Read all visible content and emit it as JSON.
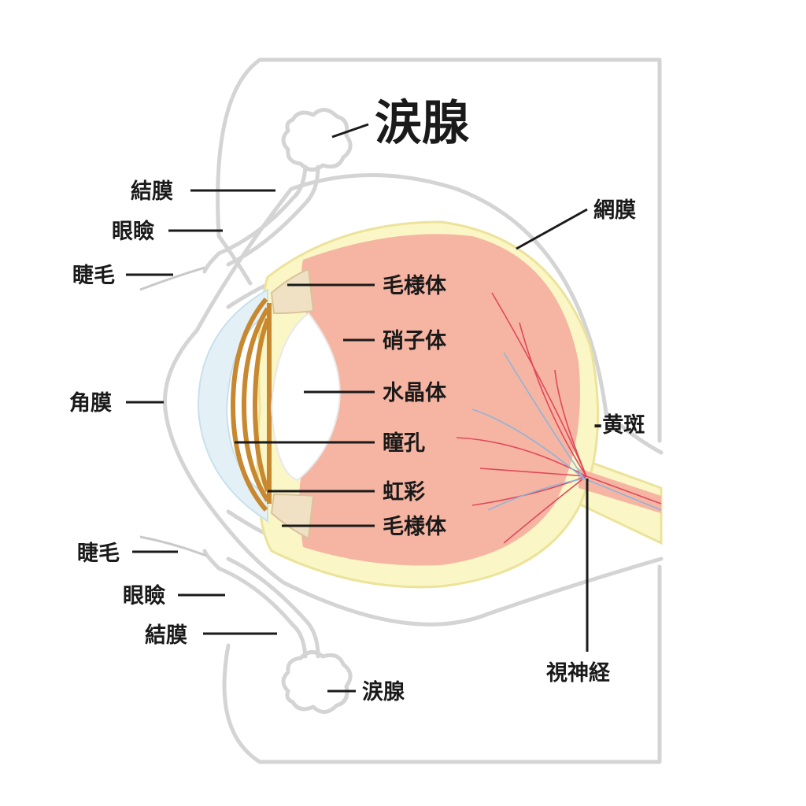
{
  "labels": {
    "lacrimal_gland_top": "涙腺",
    "conjunctiva_top": "結膜",
    "eyelid_top": "眼瞼",
    "eyelash_top": "睫毛",
    "cornea": "角膜",
    "eyelash_bottom": "睫毛",
    "eyelid_bottom": "眼瞼",
    "conjunctiva_bottom": "結膜",
    "lacrimal_gland_bottom": "涙腺",
    "ciliary_body_top": "毛様体",
    "vitreous_body": "硝子体",
    "lens": "水晶体",
    "pupil": "瞳孔",
    "iris": "虹彩",
    "ciliary_body_bottom": "毛様体",
    "retina": "網膜",
    "macula": "-黄斑",
    "optic_nerve": "視神経"
  },
  "colors": {
    "outline": "#d4d4d4",
    "sclera": "#fbf6c6",
    "sclera_edge": "#ece39a",
    "retina_fill": "#f6b5a2",
    "iris": "#c78830",
    "cornea": "#e3f1f7",
    "vessel_red": "#e0485a",
    "vessel_blue": "#8fb4d9",
    "text": "#1a1a1a"
  }
}
